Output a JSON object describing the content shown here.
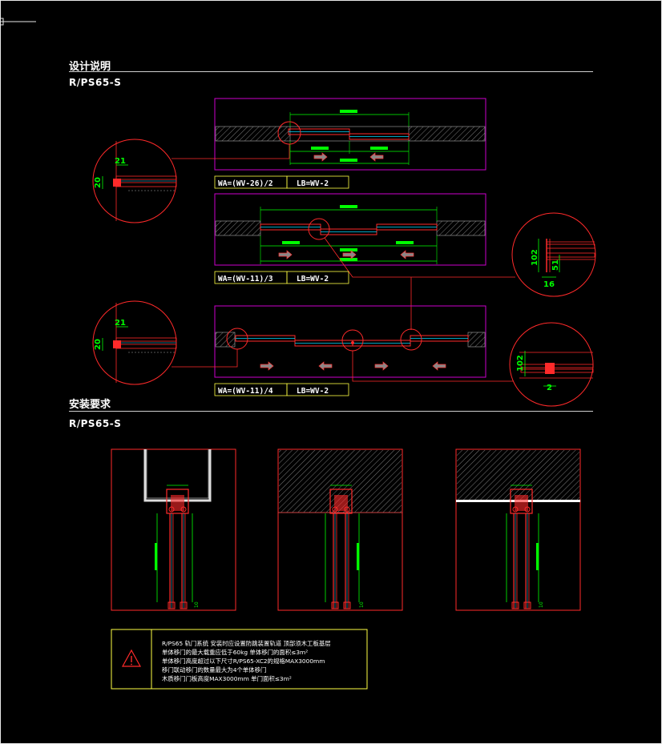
{
  "sections": {
    "design": {
      "title": "设计说明",
      "model": "R/PS65-S"
    },
    "install": {
      "title": "安装要求",
      "model": "R/PS65-S"
    }
  },
  "panels": [
    {
      "wa": "WA=(WV-26)/2",
      "lb": "LB=WV-2"
    },
    {
      "wa": "WA=(WV-11)/3",
      "lb": "LB=WV-2"
    },
    {
      "wa": "WA=(WV-11)/4",
      "lb": "LB=WV-2"
    }
  ],
  "details": {
    "top_left": {
      "d1": "21",
      "d2": "20"
    },
    "mid_right": {
      "d1": "102",
      "d2": "51",
      "d3": "16"
    },
    "bottom_left": {
      "d1": "21",
      "d2": "20"
    },
    "bottom_right": {
      "d1": "102",
      "d2": "2"
    }
  },
  "sections_labels": {
    "s1": "10",
    "s2": "10",
    "s3": "10"
  },
  "warning": {
    "icon": "warning-triangle-icon",
    "lines": [
      "R/PS65 轨门系统 安装时应设置防跳装置轨道 顶部须木工板基层",
      "单体移门的最大载重应低于60kg 单体移门的面积≤3m²",
      "单体移门高度超过以下尺寸R/PS65-XC2的规格MAX3000mm",
      "移门联动移门的数量最大为4个单体移门",
      "木质移门门板高度MAX3000mm 单门面积≤3m²"
    ]
  },
  "colors": {
    "frame": "#ff2a2a",
    "dim": "#00ff00",
    "panel": "#cc00cc",
    "label": "#ffff44",
    "text": "#ffffff"
  }
}
